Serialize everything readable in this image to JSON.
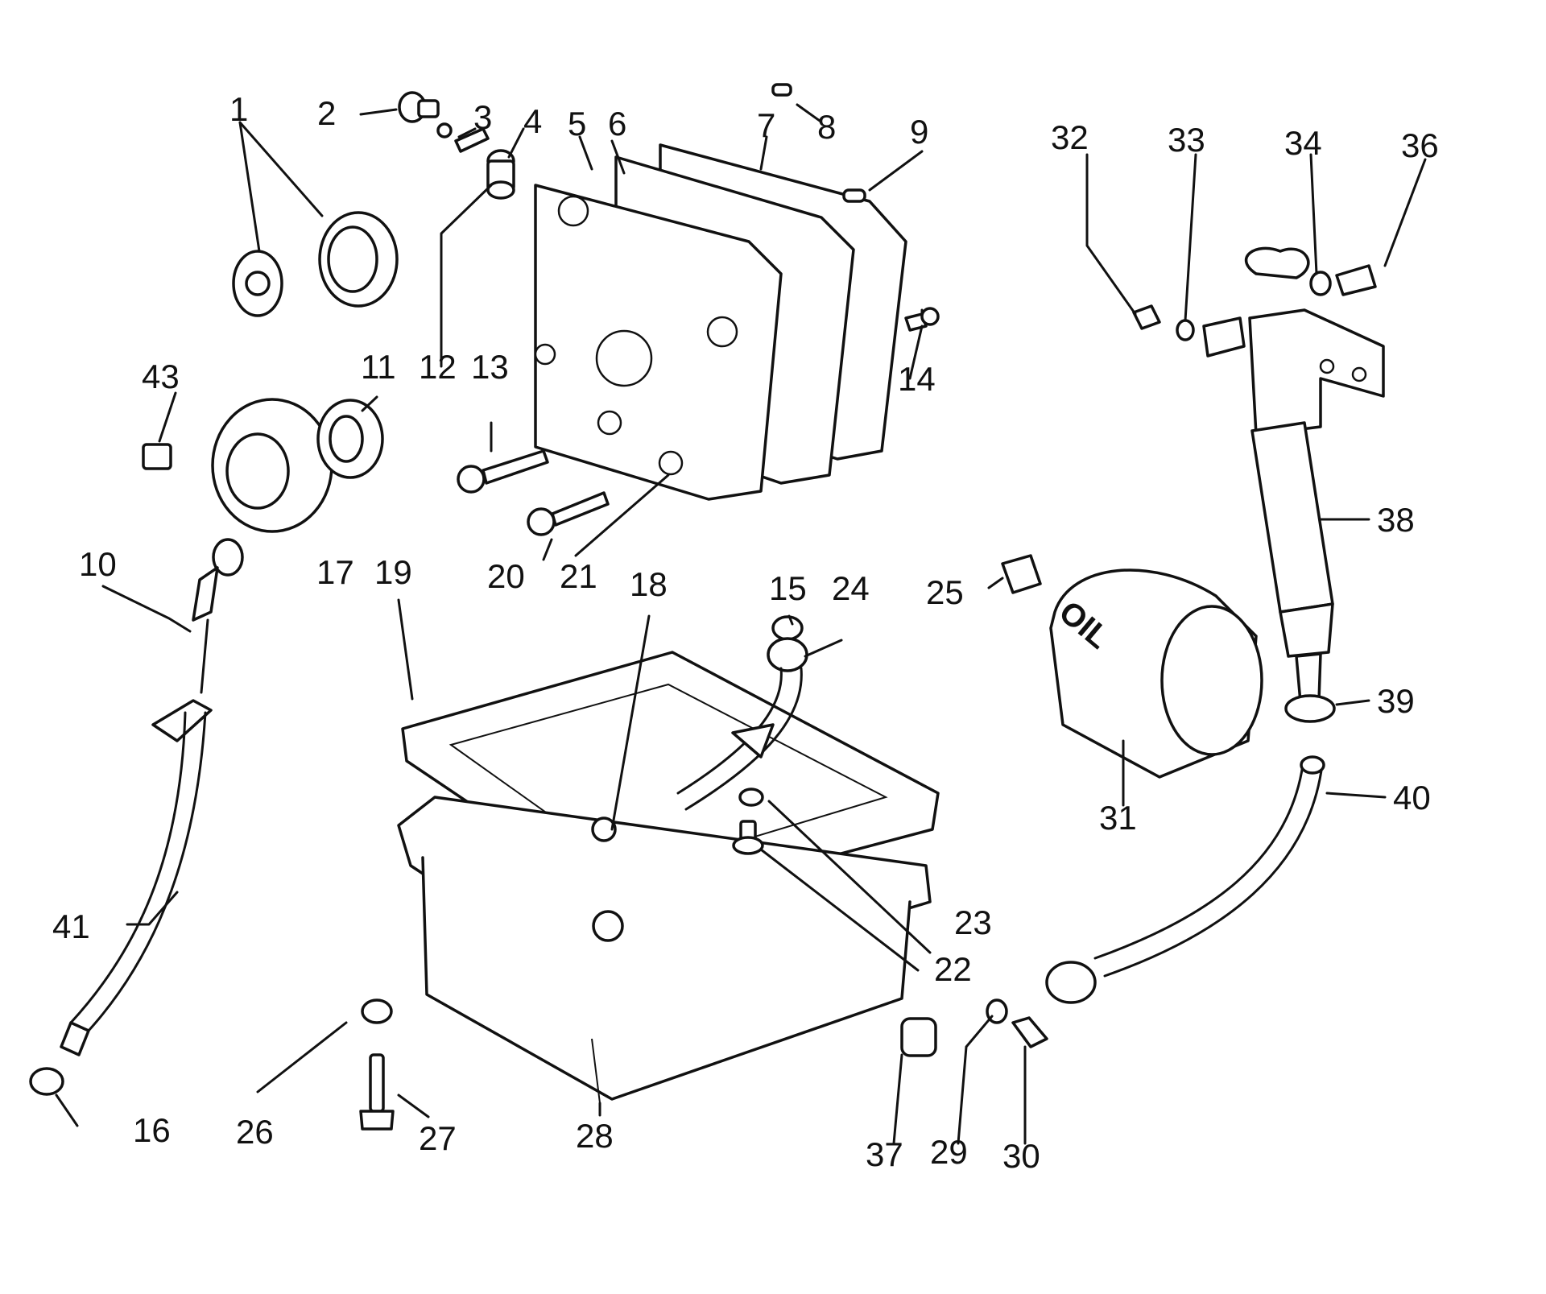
{
  "diagram": {
    "callouts": [
      "1",
      "2",
      "3",
      "4",
      "5",
      "6",
      "7",
      "8",
      "9",
      "10",
      "11",
      "12",
      "13",
      "14",
      "15",
      "16",
      "17",
      "18",
      "19",
      "20",
      "21",
      "22",
      "23",
      "24",
      "25",
      "26",
      "27",
      "28",
      "29",
      "30",
      "31",
      "32",
      "33",
      "34",
      "36",
      "37",
      "38",
      "39",
      "40",
      "41",
      "43"
    ],
    "filter_marking": "OIL"
  }
}
